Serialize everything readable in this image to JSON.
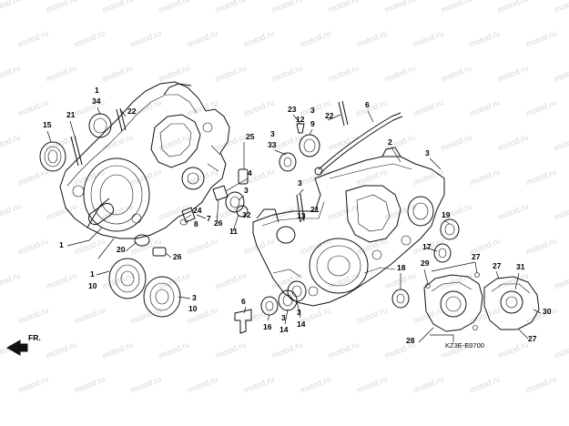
{
  "watermark_text": "motod.ru",
  "diagram_code": "KZ3E-E0700",
  "front_label": "FR.",
  "callouts": [
    {
      "id": "c15",
      "text": "15"
    },
    {
      "id": "c21a",
      "text": "21"
    },
    {
      "id": "c1a",
      "text": "1"
    },
    {
      "id": "c34",
      "text": "34"
    },
    {
      "id": "c22a",
      "text": "22"
    },
    {
      "id": "c1b",
      "text": "1"
    },
    {
      "id": "c24",
      "text": "24"
    },
    {
      "id": "c7",
      "text": "7"
    },
    {
      "id": "c8",
      "text": "8"
    },
    {
      "id": "c20",
      "text": "20"
    },
    {
      "id": "c26a",
      "text": "26"
    },
    {
      "id": "c1c",
      "text": "1"
    },
    {
      "id": "c10a",
      "text": "10"
    },
    {
      "id": "c3a",
      "text": "3"
    },
    {
      "id": "c10b",
      "text": "10"
    },
    {
      "id": "c25",
      "text": "25"
    },
    {
      "id": "c4",
      "text": "4"
    },
    {
      "id": "c26b",
      "text": "26"
    },
    {
      "id": "c3b",
      "text": "3"
    },
    {
      "id": "c32",
      "text": "32"
    },
    {
      "id": "c11",
      "text": "11"
    },
    {
      "id": "c23",
      "text": "23"
    },
    {
      "id": "c12",
      "text": "12"
    },
    {
      "id": "c3c",
      "text": "3"
    },
    {
      "id": "c9",
      "text": "9"
    },
    {
      "id": "c3d",
      "text": "3"
    },
    {
      "id": "c33",
      "text": "33"
    },
    {
      "id": "c22b",
      "text": "22"
    },
    {
      "id": "c6a",
      "text": "6"
    },
    {
      "id": "c2",
      "text": "2"
    },
    {
      "id": "c3e",
      "text": "3"
    },
    {
      "id": "c3f",
      "text": "3"
    },
    {
      "id": "c13",
      "text": "13"
    },
    {
      "id": "c21b",
      "text": "21"
    },
    {
      "id": "c19",
      "text": "19"
    },
    {
      "id": "c17",
      "text": "17"
    },
    {
      "id": "c6b",
      "text": "6"
    },
    {
      "id": "c16",
      "text": "16"
    },
    {
      "id": "c3g",
      "text": "3"
    },
    {
      "id": "c14a",
      "text": "14"
    },
    {
      "id": "c3h",
      "text": "3"
    },
    {
      "id": "c14b",
      "text": "14"
    },
    {
      "id": "c18",
      "text": "18"
    },
    {
      "id": "c29",
      "text": "29"
    },
    {
      "id": "c27a",
      "text": "27"
    },
    {
      "id": "c27b",
      "text": "27"
    },
    {
      "id": "c31",
      "text": "31"
    },
    {
      "id": "c30",
      "text": "30"
    },
    {
      "id": "c28",
      "text": "28"
    },
    {
      "id": "c27c",
      "text": "27"
    }
  ]
}
